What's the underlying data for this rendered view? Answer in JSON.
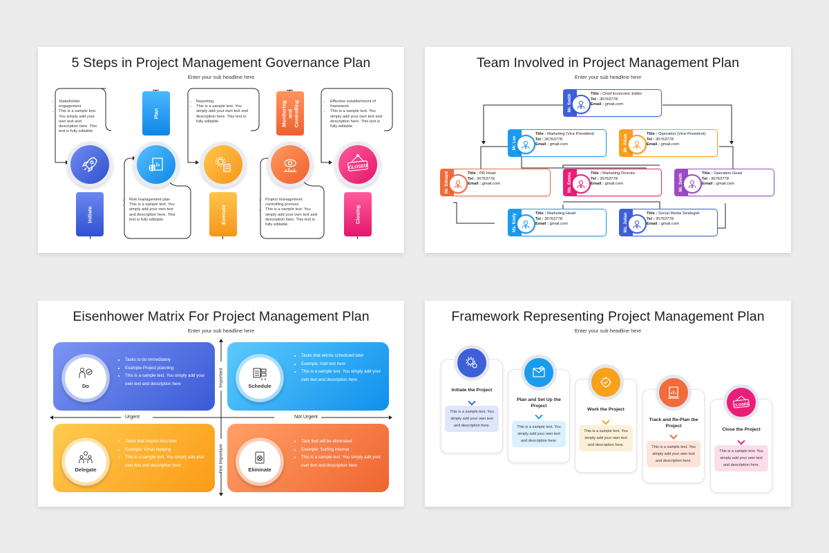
{
  "slide1": {
    "title": "5 Steps in Project Management Governance Plan",
    "subtitle": "Enter your sub headline here",
    "steps": [
      {
        "label": "Initiate",
        "color": "#3f5fd8",
        "icon": "rocket-icon"
      },
      {
        "label": "Plan",
        "color": "#1a9bf0",
        "icon": "plan-chart-icon"
      },
      {
        "label": "Execute",
        "color": "#f9a11b",
        "icon": "gears-icon"
      },
      {
        "label": "Monitoring and Controlling",
        "color": "#f26b3a",
        "icon": "monitoring-icon"
      },
      {
        "label": "Closing",
        "color": "#ea1e78",
        "icon": "closed-sign-icon"
      }
    ],
    "closed_sign": "CLOSED",
    "notes": [
      {
        "title": "Stakeholder engagement",
        "text": "This is a sample text. You simply add your own text and description here. This text is fully editable."
      },
      {
        "title": "Risk management plan",
        "text": "This is a sample text. You simply add your own text and description here. This text is fully editable."
      },
      {
        "title": "Reporting",
        "text": "This is a sample text. You simply add your own text and description here. This text is fully editable"
      },
      {
        "title": "Project management controlling process",
        "text": "This is a sample text. You simply add your own text and description here. This text is fully editable."
      },
      {
        "title": "Effective establishment of framework",
        "text": "This is a sample text. You simply add your own text and description here. This text is fully editable"
      }
    ]
  },
  "slide2": {
    "title": "Team Involved in Project Management Plan",
    "subtitle": "Enter your sub headline here",
    "labels": {
      "title": "Title :",
      "tel": "Tel :",
      "email": "Email :"
    },
    "members": [
      {
        "name": "Mr. Smith",
        "title": "Chief Economic Editor",
        "tel": "36763778",
        "email": "gmail.com",
        "color": "#3f5fd8"
      },
      {
        "name": "Mr. Lee",
        "title": "Marketing (Vice President)",
        "tel": "36763778",
        "email": "gmail.com",
        "color": "#1a9bf0"
      },
      {
        "name": "Mr. Adam",
        "title": "Operation (Vice-President)",
        "tel": "36763778",
        "email": "gmail.com",
        "color": "#f9a11b"
      },
      {
        "name": "Mr. Edward",
        "title": "PR Head",
        "tel": "36763778",
        "email": "gmail.com",
        "color": "#f26b3a"
      },
      {
        "name": "Ms. Emma",
        "title": "Marketing Director",
        "tel": "36763778",
        "email": "gmail.com",
        "color": "#ea1e78"
      },
      {
        "name": "Mr. Smith",
        "title": "Operation Head",
        "tel": "36763778",
        "email": "gmail.com",
        "color": "#9b4cc4"
      },
      {
        "name": "Ms. Emily",
        "title": "Marketing Head",
        "tel": "36763778",
        "email": "gmail.com",
        "color": "#1a9bf0"
      },
      {
        "name": "Ms. Julian",
        "title": "Social Media Strategist",
        "tel": "36763778",
        "email": "gmail.com",
        "color": "#3f5fd8"
      }
    ]
  },
  "slide3": {
    "title": "Eisenhower Matrix For Project Management Plan",
    "subtitle": "Enter your sub headline here",
    "axes": {
      "urgent": "Urgent",
      "not_urgent": "Not Urgent",
      "important": "Important",
      "not_important": "Not Important"
    },
    "quadrants": [
      {
        "label": "Do",
        "items": [
          "Tasks to do immediately",
          "Example Project planning",
          "This is a sample text. You simply add your own text and description here"
        ]
      },
      {
        "label": "Schedule",
        "items": [
          "Tasks that will be scheduled later",
          "Example: Add text here",
          "This is a sample text. You simply add your own text and description here"
        ]
      },
      {
        "label": "Delegate",
        "items": [
          "Tasks that require less time",
          "Example: Email replying",
          "This is a sample text. You simply add your own text and description here"
        ]
      },
      {
        "label": "Eliminate",
        "items": [
          "Task that will be eliminated",
          "Example: Surfing internet",
          "This is a sample text. You simply add your own text and description here"
        ]
      }
    ]
  },
  "slide4": {
    "title": "Framework Representing Project Management Plan",
    "subtitle": "Enter your sub headline here",
    "steps": [
      {
        "label": "Initiate the Project",
        "text": "This is a sample text. You simply add your own text and description here.",
        "color": "#3f5fd8",
        "bg": "#dfe6fb"
      },
      {
        "label": "Plan and Set Up the Project",
        "text": "This is a sample text. You simply add your own text and description here.",
        "color": "#1a9bf0",
        "bg": "#d9f0fd"
      },
      {
        "label": "Work the Project",
        "text": "This is a sample text. You simply add your own text and description here.",
        "color": "#f9a11b",
        "bg": "#fdf0d9"
      },
      {
        "label": "Track and Re-Plan the Project",
        "text": "This is a sample text. You simply add your own text and description here.",
        "color": "#f26b3a",
        "bg": "#fde3d9"
      },
      {
        "label": "Close the Project",
        "text": "This is a sample text. You simply add your own text and description here.",
        "color": "#ea1e78",
        "bg": "#fcdde9"
      }
    ],
    "closed_sign": "CLOSED"
  }
}
